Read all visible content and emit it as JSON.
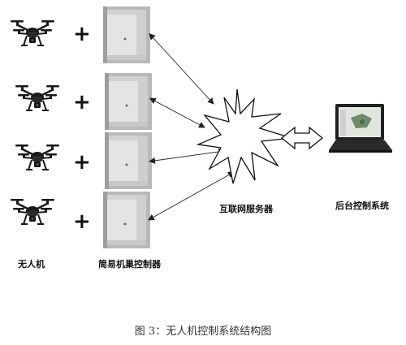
{
  "labels": {
    "drones": "无人机",
    "nest_controller": "简易机巢控制器",
    "server": "互联网服务器",
    "backend": "后台控制系统",
    "caption": "图 3：无人机控制系统结构图",
    "plus": "+"
  },
  "colors": {
    "line": "#222222",
    "drone": "#1a1a1a",
    "cabinet_light": "#e3e3e3",
    "cabinet_dark": "#9d9d9d",
    "laptop": "#222222",
    "screen_map": "#6f8a6a"
  },
  "icons": {
    "drone": "quadcopter-drone-icon",
    "cabinet": "nest-cabinet-icon",
    "server": "starburst-server-icon",
    "laptop": "laptop-icon"
  }
}
